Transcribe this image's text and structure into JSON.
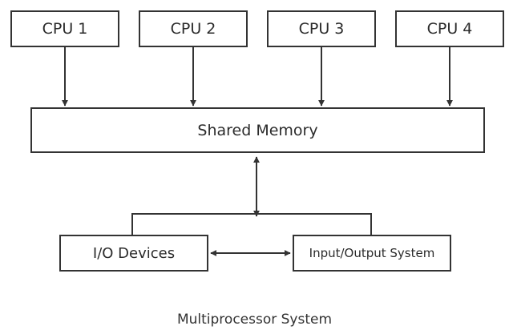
{
  "diagram": {
    "title": "Multiprocessor System",
    "cpus": [
      {
        "label": "CPU 1"
      },
      {
        "label": "CPU 2"
      },
      {
        "label": "CPU 3"
      },
      {
        "label": "CPU 4"
      }
    ],
    "shared_memory": {
      "label": "Shared Memory"
    },
    "io_devices": {
      "label": "I/O Devices"
    },
    "io_system": {
      "label": "Input/Output System"
    },
    "edges": [
      {
        "from": "CPU 1",
        "to": "Shared Memory",
        "direction": "one-way"
      },
      {
        "from": "CPU 2",
        "to": "Shared Memory",
        "direction": "one-way"
      },
      {
        "from": "CPU 3",
        "to": "Shared Memory",
        "direction": "one-way"
      },
      {
        "from": "CPU 4",
        "to": "Shared Memory",
        "direction": "one-way"
      },
      {
        "from": "Shared Memory",
        "to": "I/O bus (I/O Devices, Input/Output System)",
        "direction": "two-way"
      },
      {
        "from": "I/O Devices",
        "to": "Input/Output System",
        "direction": "two-way"
      }
    ],
    "colors": {
      "stroke": "#333333",
      "background": "#ffffff"
    }
  }
}
